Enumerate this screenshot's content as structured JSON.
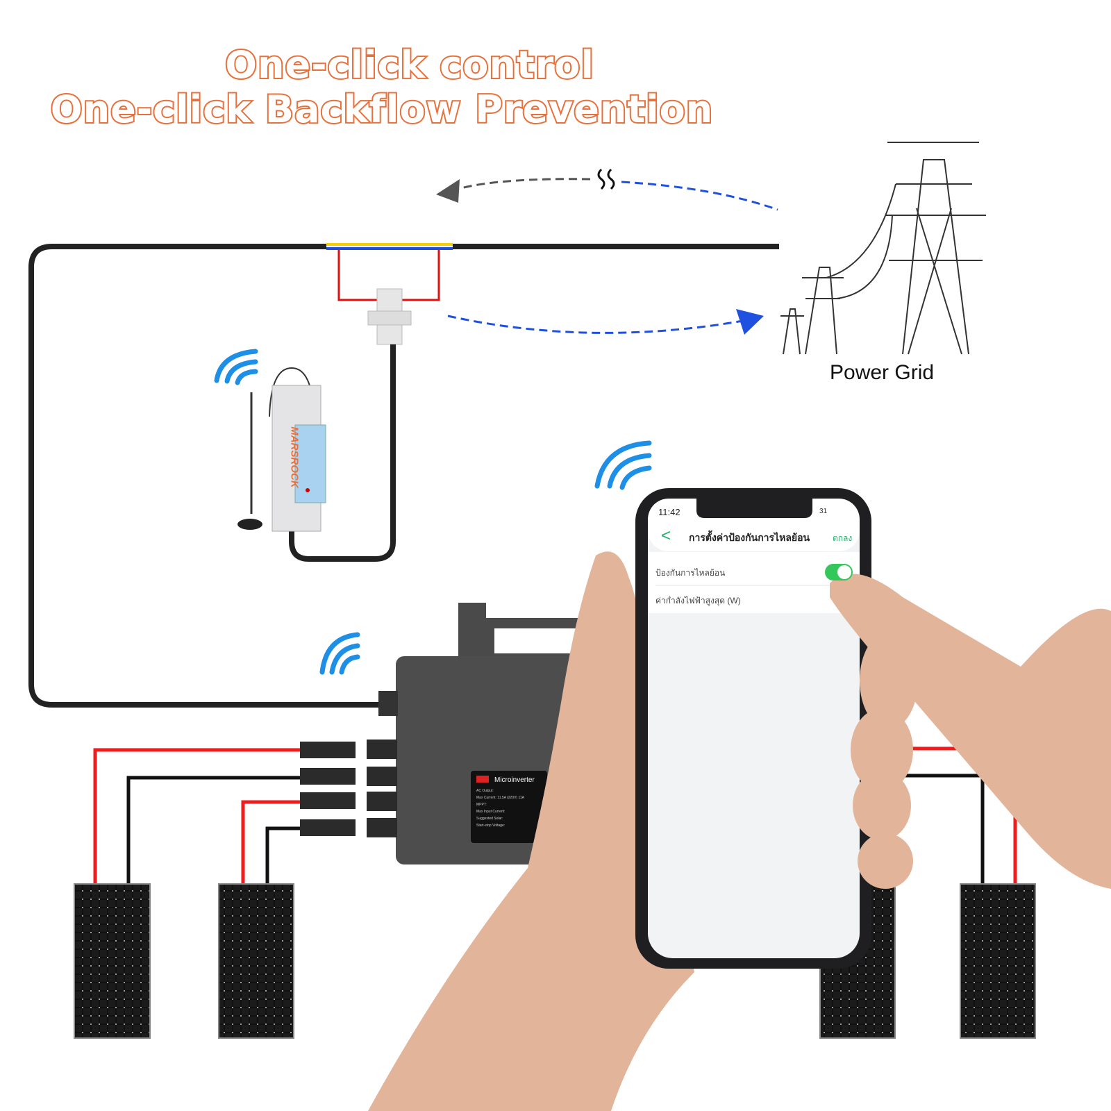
{
  "title": {
    "line1": "One-click control",
    "line2": "One-click Backflow Prevention"
  },
  "grid": {
    "label": "Power Grid"
  },
  "meter": {
    "brand": "MARSROCK"
  },
  "inverter": {
    "label": "Microinverter",
    "spec_lines": [
      "AC Output:",
      "Max Current:   11.5A (220V) 11A",
      "MPPT:",
      "Max Input Current:",
      "Suggested Solar:",
      "Start-stop Voltage:"
    ]
  },
  "phone": {
    "time": "11:42",
    "battery": "31",
    "back": "<",
    "title": "การตั้งค่าป้องกันการไหลย้อน",
    "confirm": "ตกลง",
    "rows": [
      {
        "label": "ป้องกันการไหลย้อน",
        "toggle_on": true
      },
      {
        "label": "ค่ากำลังไฟฟ้าสูงสุด (W)"
      }
    ]
  },
  "colors": {
    "accent": "#e8703a",
    "wifi": "#1e8fe6",
    "flow": "#2050e0",
    "switch": "#34c759",
    "wire_red": "#ee1c1c"
  }
}
